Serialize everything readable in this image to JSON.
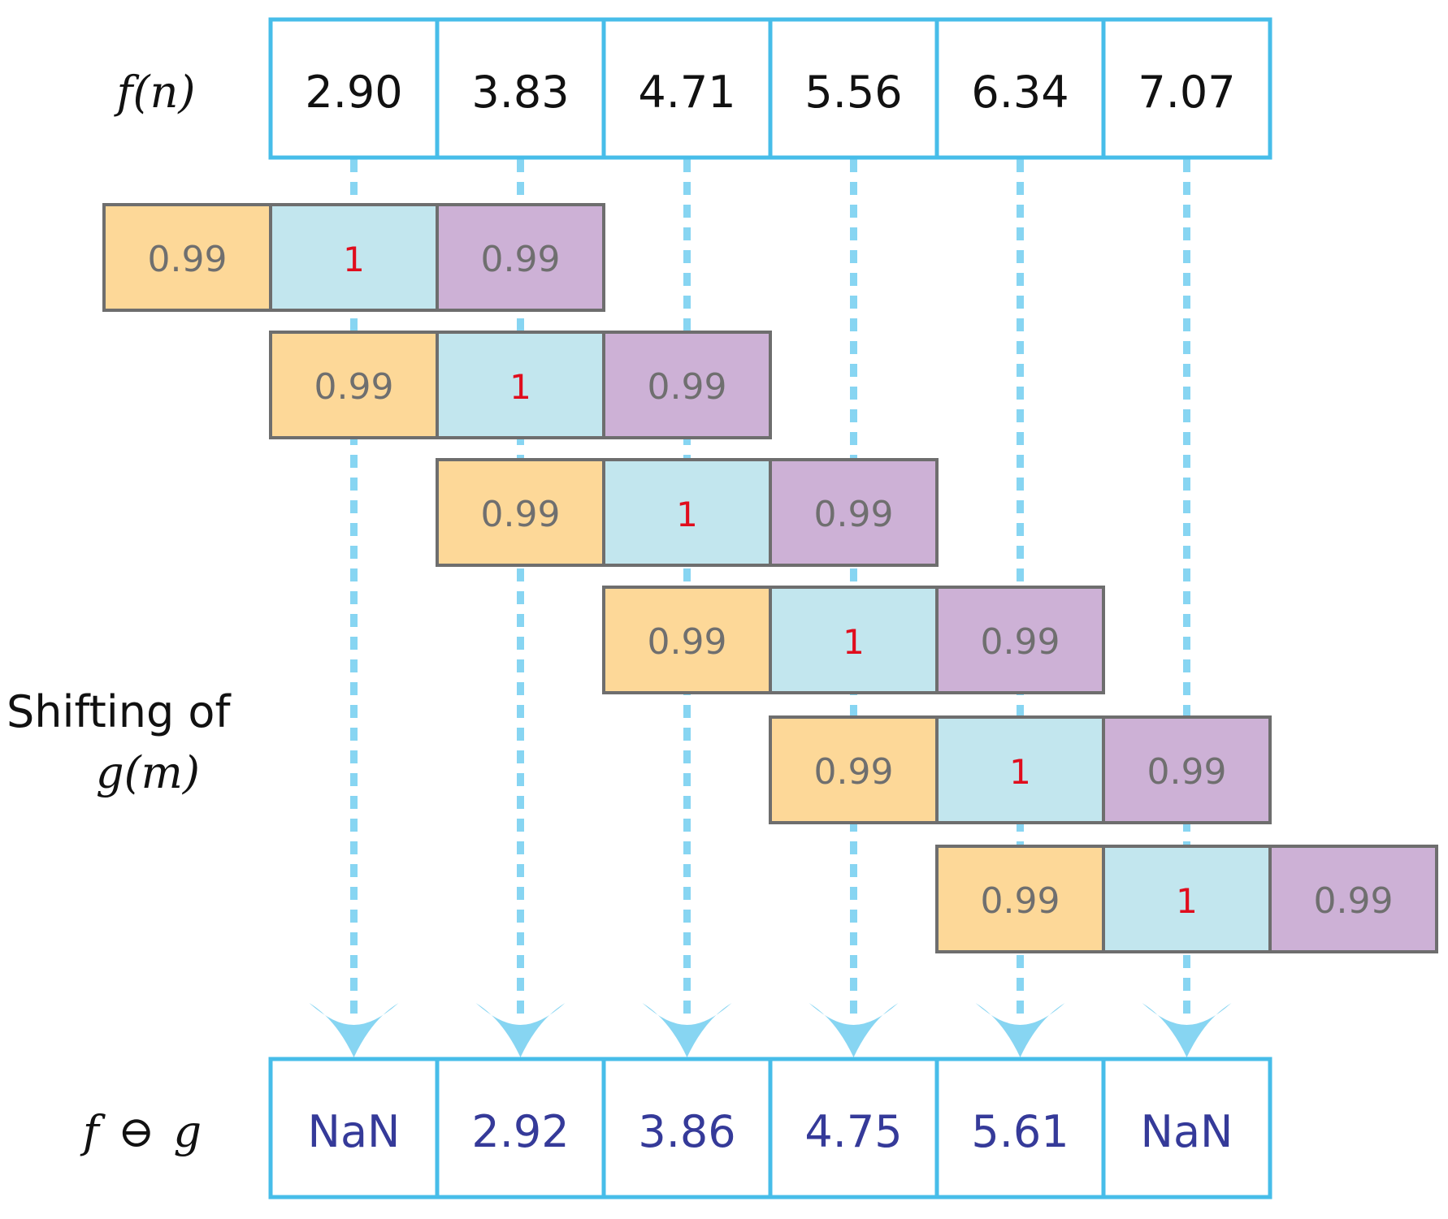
{
  "f_label": "f(n)",
  "f_values": [
    "2.90",
    "3.83",
    "4.71",
    "5.56",
    "6.34",
    "7.07"
  ],
  "kernel": [
    "0.99",
    "1",
    "0.99"
  ],
  "kernel_colors": [
    "#fdd898",
    "#c2e6ee",
    "#cdb1d6"
  ],
  "shift_label_line1": "Shifting of",
  "shift_label_line2": "g(m)",
  "result_label_f": "f",
  "result_label_op": "⊖",
  "result_label_g": "g",
  "result_values": [
    "NaN",
    "2.92",
    "3.86",
    "4.75",
    "5.61",
    "NaN"
  ],
  "colors": {
    "cell_border": "#47bde9",
    "arrow": "#87d5f2",
    "f_text": "#111111",
    "result_text": "#353a99",
    "kernel_text": "#6f6f6f",
    "kernel_center_text": "#e00d1d",
    "kernel_border": "#6e6e6e"
  }
}
